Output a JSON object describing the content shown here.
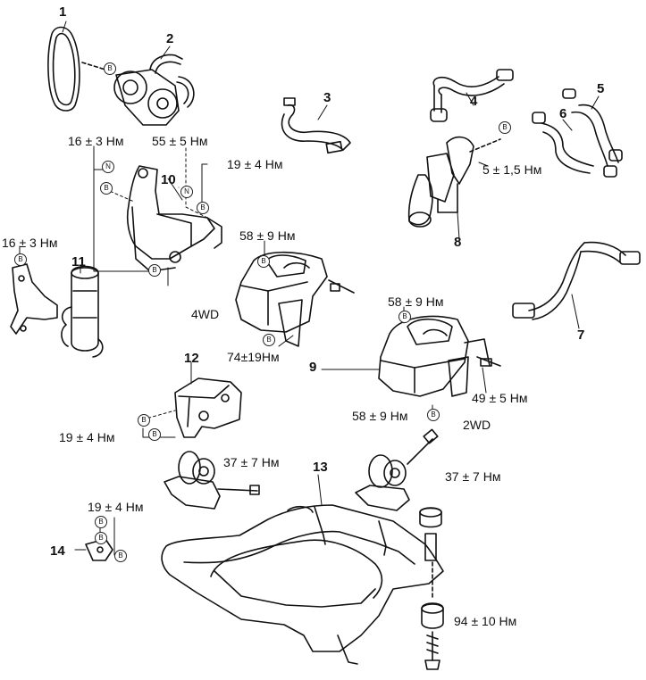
{
  "part_numbers": {
    "p1": "1",
    "p2": "2",
    "p3": "3",
    "p4": "4",
    "p5": "5",
    "p6": "6",
    "p7": "7",
    "p8": "8",
    "p9": "9",
    "p10": "10",
    "p11": "11",
    "p12": "12",
    "p13": "13",
    "p14": "14"
  },
  "torque_labels": {
    "t_16_bracket": "16 ± 3 Нм",
    "t_55": "55 ± 5 Нм",
    "t_19_bracket": "19 ± 4 Нм",
    "t_16_reservoir": "16 ± 3 Нм",
    "t_58_4wd": "58 ± 9 Нм",
    "t_74": "74±19Нм",
    "t_58_2wd_top": "58 ± 9 Нм",
    "t_49": "49 ± 5 Нм",
    "t_58_2wd_bottom": "58 ± 9 Нм",
    "t_19_mount12": "19 ± 4 Нм",
    "t_37_left": "37 ± 7 Нм",
    "t_37_right": "37 ± 7 Нм",
    "t_19_part14": "19 ± 4 Нм",
    "t_5_15": "5 ± 1,5 Нм",
    "t_94": "94 ± 10 Нм"
  },
  "variant_labels": {
    "v_4wd": "4WD",
    "v_2wd": "2WD"
  },
  "marker_letters": {
    "b": "B",
    "n": "N"
  }
}
